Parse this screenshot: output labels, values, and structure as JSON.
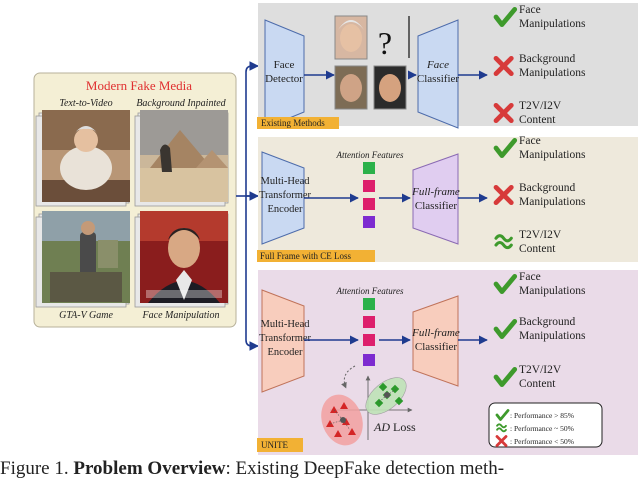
{
  "left_panel": {
    "title": "Modern Fake Media",
    "items": [
      {
        "label": "Text-to-Video"
      },
      {
        "label": "Background Inpainted"
      },
      {
        "label": "GTA-V Game"
      },
      {
        "label": "Face Manipulation"
      }
    ]
  },
  "existing": {
    "detector": "Face\nDetector",
    "classifier": "Face\nClassifier",
    "question": "?",
    "tag": "Existing Methods",
    "results": [
      {
        "icon": "check",
        "text": "Face\nManipulations"
      },
      {
        "icon": "cross",
        "text": "Background\nManipulations"
      },
      {
        "icon": "cross",
        "text": "T2V/I2V\nContent"
      }
    ]
  },
  "fullframe": {
    "encoder": "Multi-Head\nTransformer\nEncoder",
    "features_label": "Attention Features",
    "classifier": "Full-frame\nClassifier",
    "tag": "Full Frame with CE Loss",
    "results": [
      {
        "icon": "check",
        "text": "Face\nManipulations"
      },
      {
        "icon": "cross",
        "text": "Background\nManipulations"
      },
      {
        "icon": "approx",
        "text": "T2V/I2V\nContent"
      }
    ]
  },
  "unite": {
    "encoder": "Multi-Head\nTransformer\nEncoder",
    "features_label": "Attention Features",
    "classifier": "Full-frame\nClassifier",
    "tag": "UNITE",
    "ad_loss": "AD Loss",
    "results": [
      {
        "icon": "check",
        "text": "Face\nManipulations"
      },
      {
        "icon": "check",
        "text": "Background\nManipulations"
      },
      {
        "icon": "check",
        "text": "T2V/I2V\nContent"
      }
    ],
    "legend": [
      {
        "icon": "check",
        "text": ": Performance > 85%"
      },
      {
        "icon": "approx",
        "text": ": Performance ~ 50%"
      },
      {
        "icon": "cross",
        "text": ": Performance < 50%"
      }
    ]
  },
  "caption": {
    "prefix": "Figure 1. ",
    "bold": "Problem Overview",
    "rest": ": Existing DeepFake detection meth-"
  },
  "colors": {
    "existing_bg": "#dedede",
    "fullframe_bg": "#eee9dc",
    "unite_bg": "#eadbe8",
    "left_bg": "#f4efd5",
    "left_title": "#e03030",
    "blue_shape": "#c9d9f2",
    "lilac_shape": "#e0cdf0",
    "salmon_shape": "#f8cdbd",
    "arrow": "#1f3b8f",
    "check": "#3e9a2c",
    "cross": "#d73a3a",
    "tag": "#f2b134",
    "feat_green": "#2bb14a",
    "feat_pink": "#dd1f6c",
    "feat_purple": "#7d2bd0"
  }
}
